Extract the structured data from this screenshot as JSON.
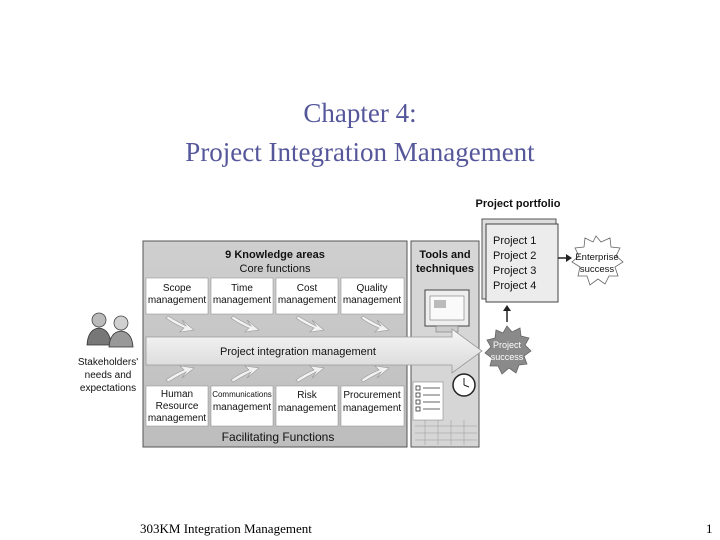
{
  "slide": {
    "title_line1": "Chapter 4:",
    "title_line2": "Project Integration Management",
    "footer_left": "303KM Integration Management",
    "page_number": "1"
  },
  "diagram": {
    "knowledge_header": "9 Knowledge areas",
    "core_label": "Core functions",
    "core_areas": [
      {
        "line1": "Scope",
        "line2": "management"
      },
      {
        "line1": "Time",
        "line2": "management"
      },
      {
        "line1": "Cost",
        "line2": "management"
      },
      {
        "line1": "Quality",
        "line2": "management"
      }
    ],
    "integration_label": "Project integration management",
    "facilitating_areas": [
      {
        "line1": "Human",
        "line2": "Resource",
        "line3": "management"
      },
      {
        "line1": "Communications",
        "line2": "management",
        "line3": ""
      },
      {
        "line1": "Risk",
        "line2": "management",
        "line3": ""
      },
      {
        "line1": "Procurement",
        "line2": "management",
        "line3": ""
      }
    ],
    "facilitating_label": "Facilitating Functions",
    "tools_line1": "Tools and",
    "tools_line2": "techniques",
    "portfolio_title": "Project portfolio",
    "projects": [
      "Project 1",
      "Project 2",
      "Project 3",
      "Project 4"
    ],
    "enterprise_line1": "Enterprise",
    "enterprise_line2": "success",
    "project_success_line1": "Project",
    "project_success_line2": "success",
    "stakeholders_line1": "Stakeholders'",
    "stakeholders_line2": "needs and",
    "stakeholders_line3": "expectations"
  }
}
